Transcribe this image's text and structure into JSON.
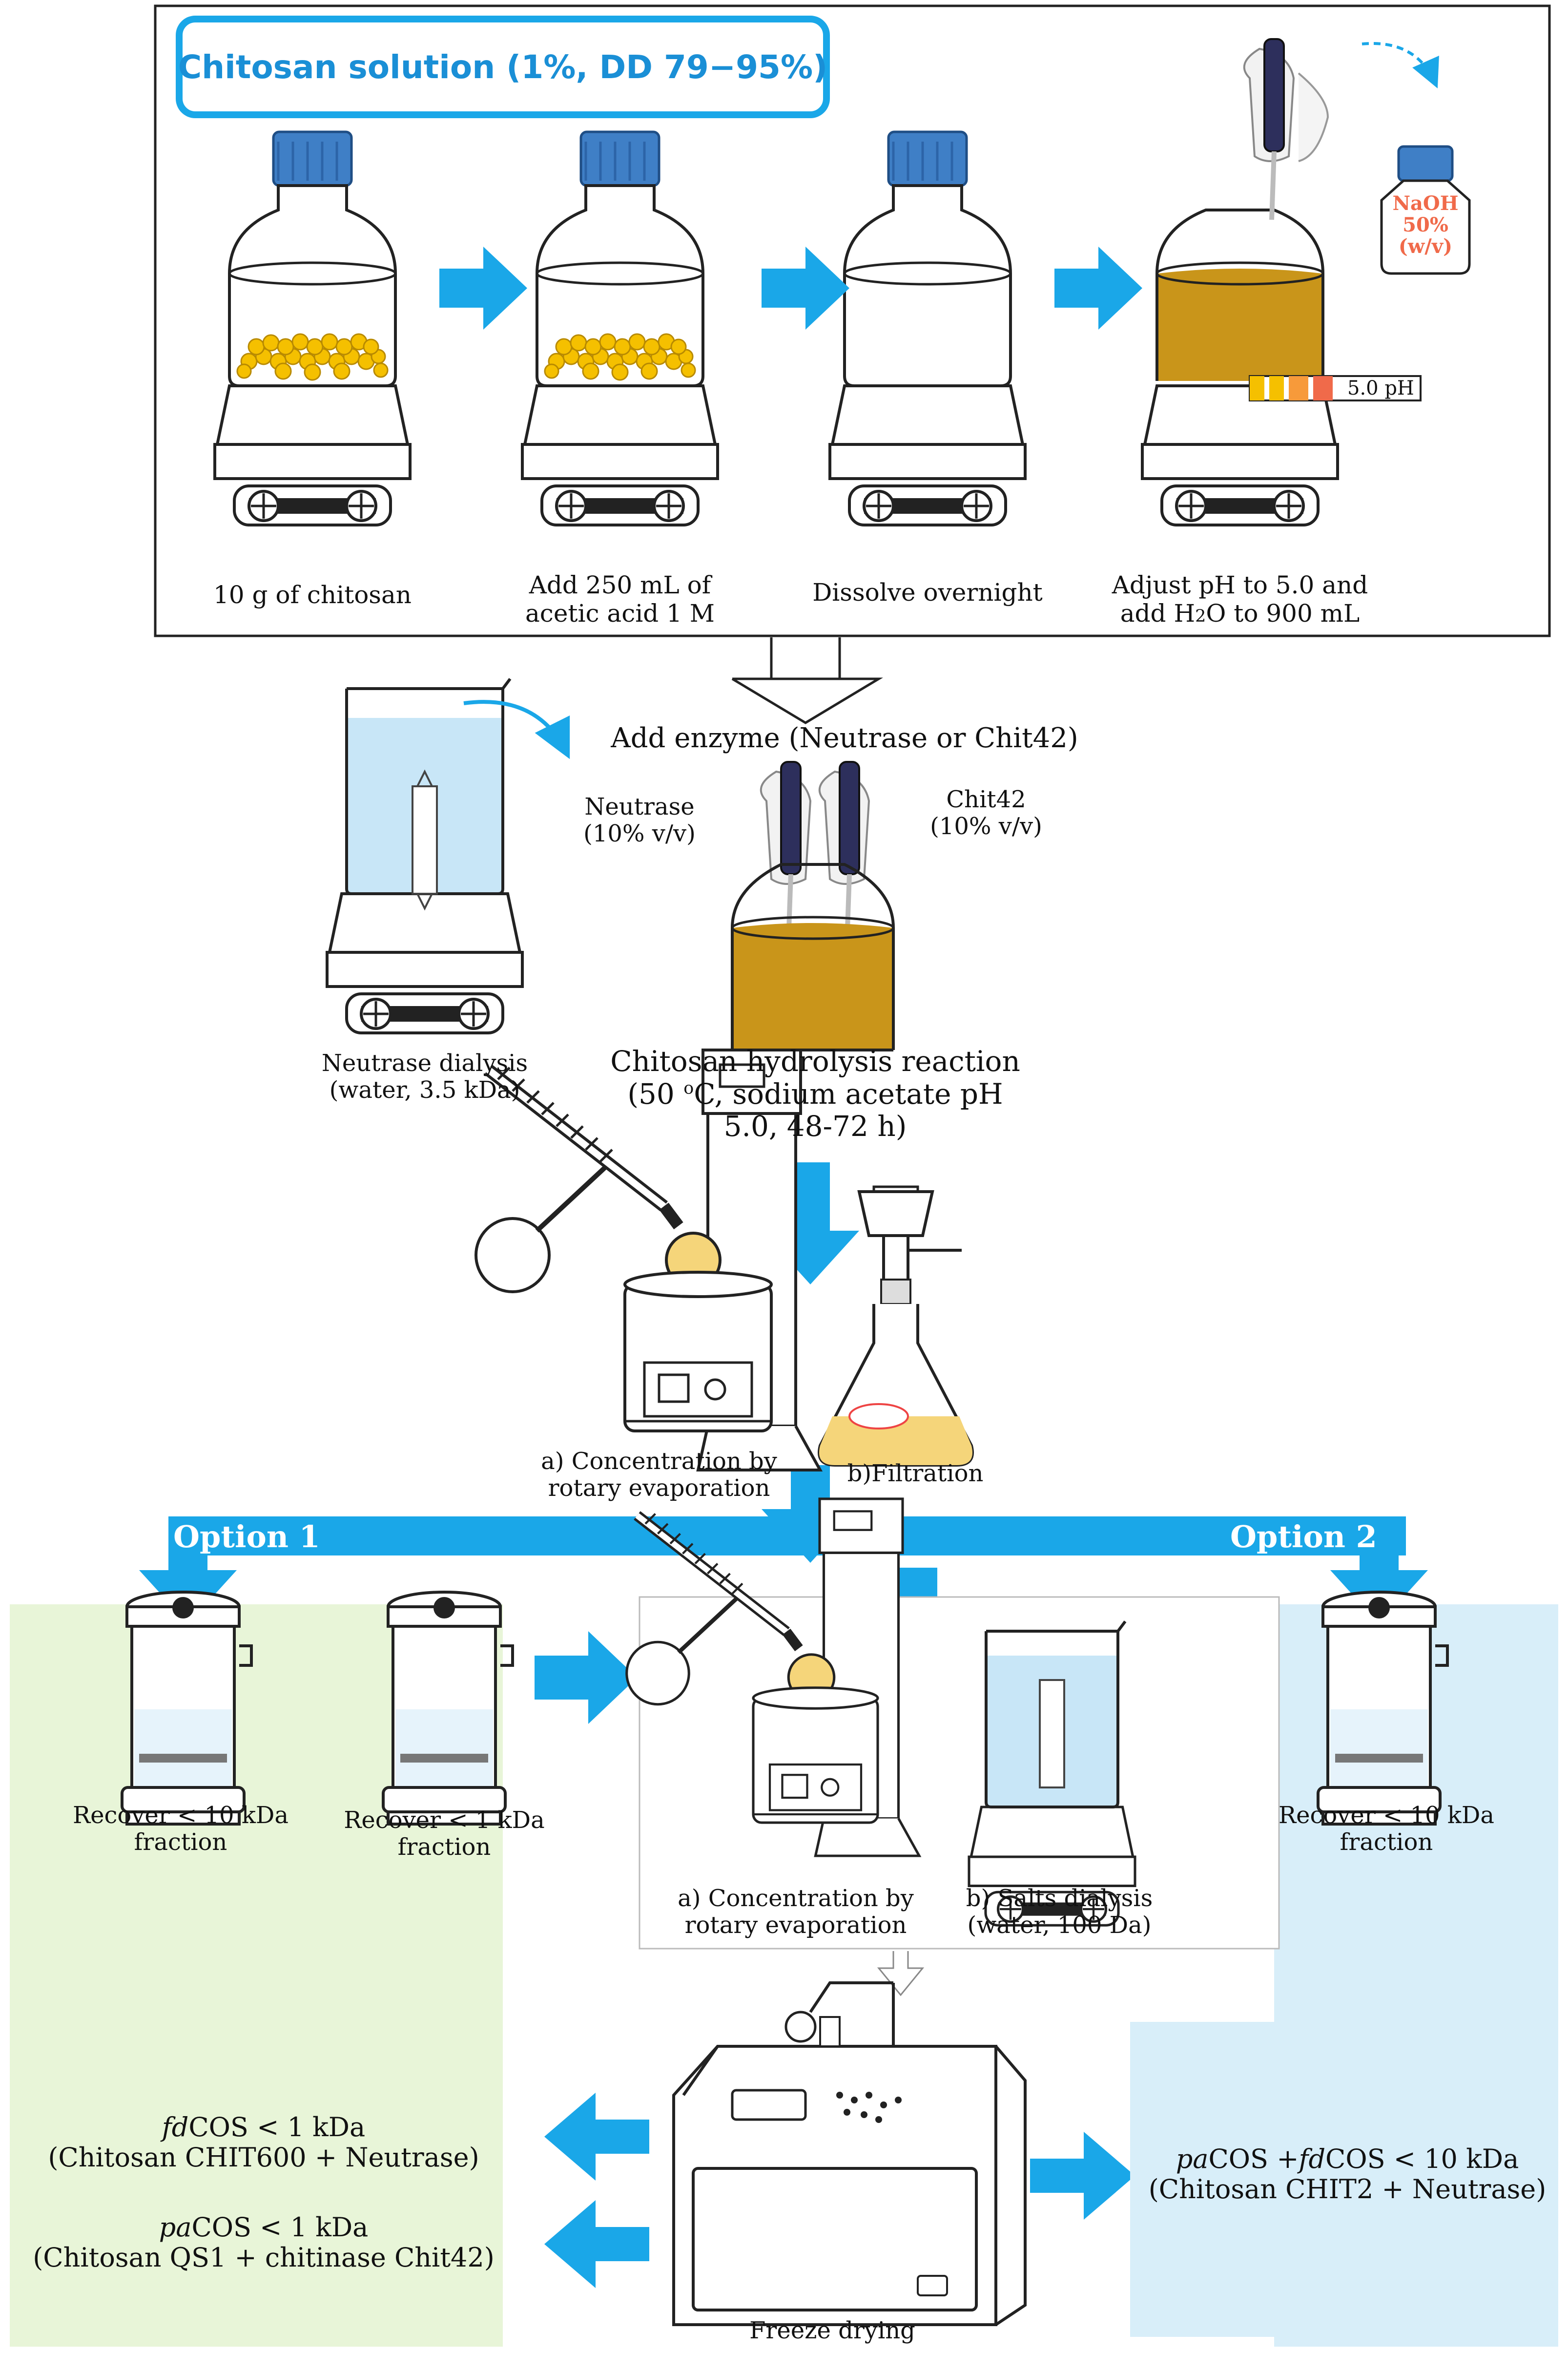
{
  "title": "Chitosan solution (1%, DD 79−95%)",
  "steps": {
    "s1": "10 g of chitosan",
    "s2_line1": "Add 250 mL of",
    "s2_line2": "acetic acid 1 M",
    "s3": "Dissolve overnight",
    "s4_line1": "Adjust pH to 5.0 and",
    "s4_line2_pre": "add H",
    "s4_line2_sub": "2",
    "s4_line2_post": "O to 900 mL"
  },
  "ph_strip_label": "5.0 pH",
  "naoh": {
    "line1": "NaOH",
    "line2": "50%",
    "line3": "(w/v)"
  },
  "enzyme": {
    "header": "Add enzyme (Neutrase or Chit42)",
    "neutrase_line1": "Neutrase",
    "neutrase_line2": "(10% v/v)",
    "chit42_line1": "Chit42",
    "chit42_line2": "(10% v/v)"
  },
  "dialysis": {
    "line1": "Neutrase dialysis",
    "line2": "(water, 3.5 kDa)"
  },
  "hydrolysis": {
    "line1": "Chitosan hydrolysis reaction",
    "line2_pre": "(50 ",
    "line2_sup": "o",
    "line2_post": "C, sodium acetate pH",
    "line3": "5.0, 48-72 h)"
  },
  "concentration": {
    "line1": "a) Concentration by",
    "line2": "rotary evaporation"
  },
  "filtration": "b)Filtration",
  "options": {
    "opt1": "Option 1",
    "opt2": "Option 2"
  },
  "recover10": {
    "line1": "Recover < 10 kDa",
    "line2": "fraction"
  },
  "recover1": {
    "line1": "Recover < 1 kDa",
    "line2": "fraction"
  },
  "recover10b": {
    "line1": "Recover < 10 kDa",
    "line2": "fraction"
  },
  "concentration2": {
    "line1": "a) Concentration by",
    "line2": "rotary evaporation"
  },
  "salts": {
    "line1": "b) Salts dialysis",
    "line2": "(water, 100 Da)"
  },
  "freeze": "Freeze drying",
  "results": {
    "r1_italic": "fd",
    "r1_rest": "COS < 1 kDa",
    "r1_line2": "(Chitosan CHIT600 + Neutrase)",
    "r2_italic": "pa",
    "r2_rest": "COS < 1 kDa",
    "r2_line2": "(Chitosan QS1 + chitinase Chit42)",
    "r3_italic1": "pa",
    "r3_mid": "COS +",
    "r3_italic2": "fd",
    "r3_rest": "COS < 10 kDa",
    "r3_line2": "(Chitosan CHIT2 + Neutrase)"
  },
  "colors": {
    "arrow_blue": "#1aa7e8",
    "green_panel": "#e8f5d8",
    "blue_panel": "#d8eef9",
    "cap_blue": "#3f7fc6",
    "chitosan_yellow": "#f5c000",
    "liquid_brown": "#6b5212",
    "liquid_gold": "#c9951a",
    "water_blue": "#c8e6f7"
  }
}
